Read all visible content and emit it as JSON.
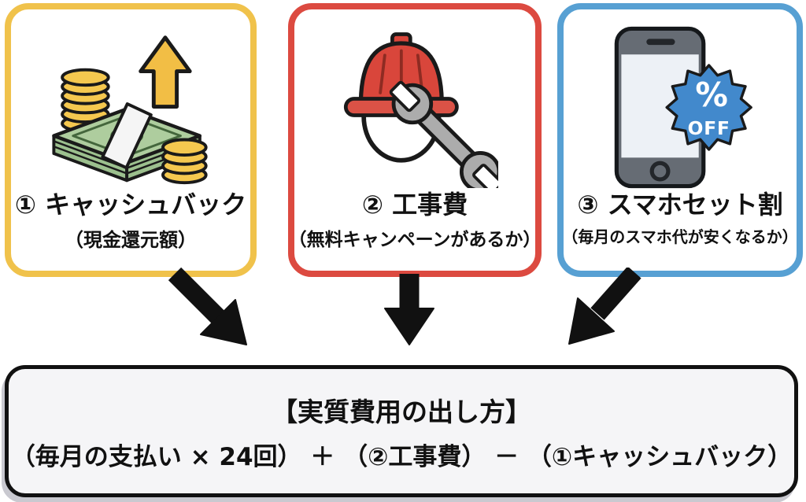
{
  "cards": [
    {
      "title": "① キャッシュバック",
      "subtitle": "（現金還元額）",
      "border_color": "#F0C24B",
      "icon": "cashback-money-icon"
    },
    {
      "title": "② 工事費",
      "subtitle": "（無料キャンペーンがあるか）",
      "border_color": "#DC4A40",
      "icon": "construction-helmet-wrench-icon"
    },
    {
      "title": "③ スマホセット割",
      "subtitle": "（毎月のスマホ代が安くなるか）",
      "border_color": "#57A0D3",
      "icon": "smartphone-discount-icon",
      "badge": {
        "percent": "%",
        "off": "OFF"
      }
    }
  ],
  "summary": {
    "heading": "【実質費用の出し方】",
    "formula": "（毎月の支払い × 24回） ＋ （②工事費） － （①キャッシュバック）"
  },
  "colors": {
    "card_yellow": "#F0C24B",
    "card_red": "#DC4A40",
    "card_blue": "#57A0D3",
    "arrow": "#111111",
    "panel_bg": "#F5F5F7",
    "panel_border": "#111111",
    "bill_green": "#9CC08E",
    "coin_gold": "#F5C84F",
    "helmet_red": "#D9463B",
    "wrench_gray": "#ACACAC",
    "badge_blue": "#4289CC",
    "phone_gray": "#666C74"
  }
}
